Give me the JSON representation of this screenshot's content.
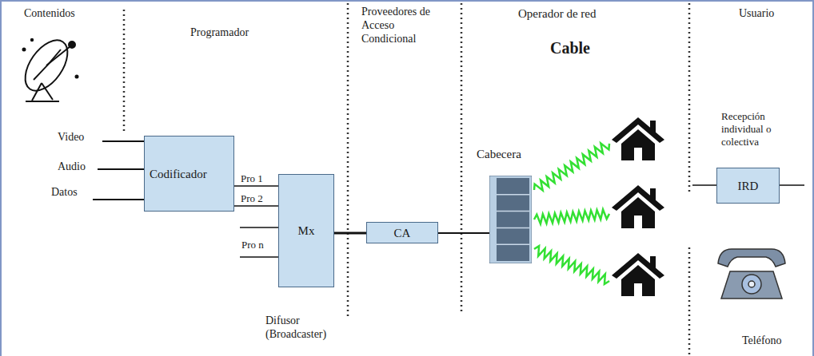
{
  "diagram": {
    "nodes": [
      {
        "text": [
          "Codificador"
        ]
      },
      {
        "text": [
          "Mx"
        ]
      },
      {
        "text": [
          "CA"
        ]
      },
      {
        "text": [
          "Cabecera"
        ]
      },
      {
        "text": [
          "IRD"
        ]
      }
    ],
    "edges": [
      {
        "from": 0,
        "to": 1,
        "arrow": "none",
        "label": "Pro 1"
      },
      {
        "from": 0,
        "to": 1,
        "arrow": "none",
        "label": "Pro 2"
      },
      {
        "from": 1,
        "to": 2,
        "arrow": "none"
      },
      {
        "from": 2,
        "to": 3,
        "arrow": "none"
      }
    ],
    "labels": [
      "Contenidos",
      "Programador",
      "Proveedores de Acceso Condicional",
      "Operador de red",
      "Cable",
      "Usuario",
      "Video",
      "Audio",
      "Datos",
      "Pro n",
      "Recepción individual o colectiva",
      "Difusor (Broadcaster)",
      "Teléfono"
    ]
  }
}
